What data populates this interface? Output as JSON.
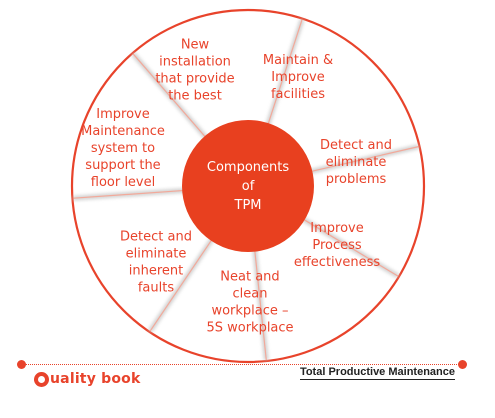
{
  "center": {
    "lines": [
      "Components",
      "of",
      "TPM"
    ]
  },
  "segments": [
    {
      "id": "new-installation",
      "lines": [
        "New",
        "installation",
        "that provide",
        "the best"
      ]
    },
    {
      "id": "maintain-improve-facilities",
      "lines": [
        "Maintain &",
        "Improve",
        "facilities"
      ]
    },
    {
      "id": "detect-eliminate-problems",
      "lines": [
        "Detect and",
        "eliminate",
        "problems"
      ]
    },
    {
      "id": "improve-process-effectiveness",
      "lines": [
        "Improve",
        "Process",
        "effectiveness"
      ]
    },
    {
      "id": "neat-clean-workplace",
      "lines": [
        "Neat and",
        "clean",
        "workplace –",
        "5S workplace"
      ]
    },
    {
      "id": "detect-eliminate-inherent-faults",
      "lines": [
        "Detect and",
        "eliminate",
        "inherent",
        "faults"
      ]
    },
    {
      "id": "improve-maintenance-system",
      "lines": [
        "Improve",
        "Maintenance",
        "system to",
        "support the",
        "floor level"
      ]
    }
  ],
  "footer": {
    "brand": "uality book",
    "title": "Total Productive  Maintenance"
  },
  "colors": {
    "accent": "#e8432b",
    "center_fill": "#e8401f",
    "ring_stroke": "#e8432b",
    "spoke": "#f2a99a"
  }
}
